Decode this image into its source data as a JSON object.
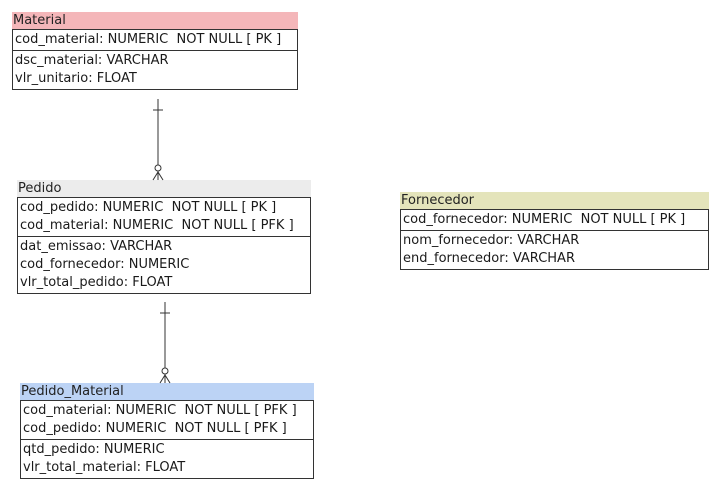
{
  "entities": {
    "material": {
      "name": "Material",
      "color": "#f4b6b9",
      "keys": [
        "cod_material: NUMERIC  NOT NULL [ PK ]"
      ],
      "attrs": [
        "dsc_material: VARCHAR",
        "vlr_unitario: FLOAT"
      ]
    },
    "pedido": {
      "name": "Pedido",
      "color": "#ececec",
      "keys": [
        "cod_pedido: NUMERIC  NOT NULL [ PK ]",
        "cod_material: NUMERIC  NOT NULL [ PFK ]"
      ],
      "attrs": [
        "dat_emissao: VARCHAR",
        "cod_fornecedor: NUMERIC",
        "vlr_total_pedido: FLOAT"
      ]
    },
    "fornecedor": {
      "name": "Fornecedor",
      "color": "#e4e4bb",
      "keys": [
        "cod_fornecedor: NUMERIC  NOT NULL [ PK ]"
      ],
      "attrs": [
        "nom_fornecedor: VARCHAR",
        "end_fornecedor: VARCHAR"
      ]
    },
    "pedido_material": {
      "name": "Pedido_Material",
      "color": "#bcd3f5",
      "keys": [
        "cod_material: NUMERIC  NOT NULL [ PFK ]",
        "cod_pedido: NUMERIC  NOT NULL [ PFK ]"
      ],
      "attrs": [
        "qtd_pedido: NUMERIC",
        "vlr_total_material: FLOAT"
      ]
    }
  },
  "relationships": [
    {
      "from": "material",
      "to": "pedido",
      "from_cardinality": "one",
      "to_cardinality": "zero-or-many"
    },
    {
      "from": "pedido",
      "to": "pedido_material",
      "from_cardinality": "one",
      "to_cardinality": "zero-or-many"
    }
  ]
}
